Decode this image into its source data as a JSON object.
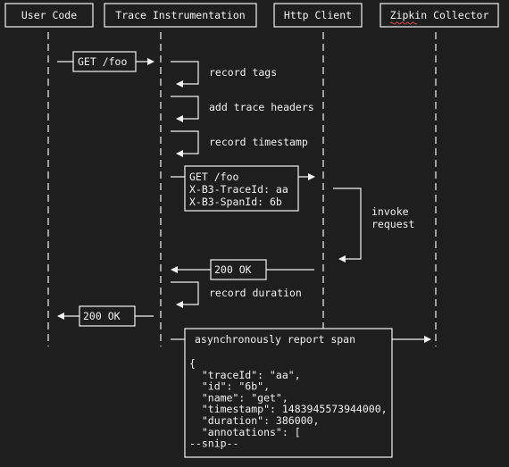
{
  "participants": [
    {
      "id": "user",
      "label": "User Code"
    },
    {
      "id": "trace",
      "label": "Trace Instrumentation"
    },
    {
      "id": "http",
      "label": "Http Client"
    },
    {
      "id": "zipkin",
      "label": "Zipkin Collector"
    }
  ],
  "messages": {
    "get_foo_1": "GET /foo",
    "record_tags": "record tags",
    "add_headers": "add trace headers",
    "record_timestamp": "record timestamp",
    "get_foo_2": [
      "GET /foo",
      "X-B3-TraceId: aa",
      "X-B3-SpanId: 6b"
    ],
    "invoke_request": [
      "invoke",
      "request"
    ],
    "ok_1": "200 OK",
    "record_duration": "record duration",
    "ok_2": "200 OK",
    "report_span": "asynchronously report span",
    "span_json": [
      "{",
      "  \"traceId\": \"aa\",",
      "  \"id\": \"6b\",",
      "  \"name\": \"get\",",
      "  \"timestamp\": 1483945573944000,",
      "  \"duration\": 386000,",
      "  \"annotations\": [",
      "--snip--"
    ]
  },
  "colors": {
    "background": "#1e1e1e",
    "foreground": "#f2f2f2",
    "spellcheck": "#d9534f"
  }
}
